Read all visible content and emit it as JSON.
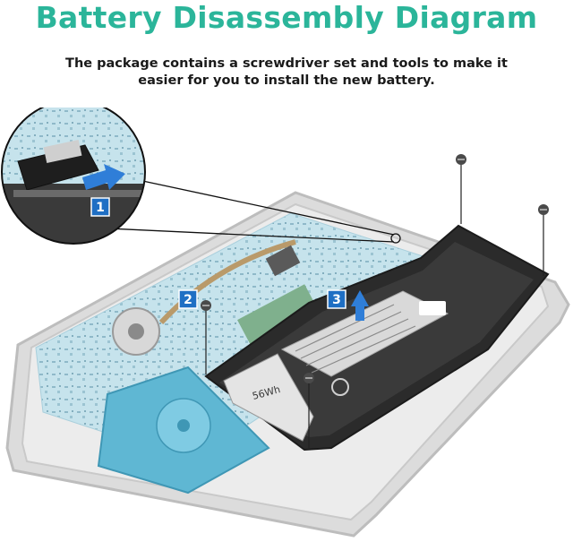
{
  "header": {
    "title": "Battery Disassembly Diagram",
    "subtitle": "The package contains a screwdriver set and tools to make it easier for you to install the new battery."
  },
  "steps": [
    {
      "number": "1",
      "action": "disconnect battery cable"
    },
    {
      "number": "2",
      "action": "remove screws"
    },
    {
      "number": "3",
      "action": "lift battery"
    }
  ],
  "battery": {
    "capacity_label": "56Wh"
  },
  "colors": {
    "title": "#2bb59a",
    "step_badge": "#1f6fc4",
    "battery": "#2b2b2b",
    "board": "#bcdde8"
  }
}
